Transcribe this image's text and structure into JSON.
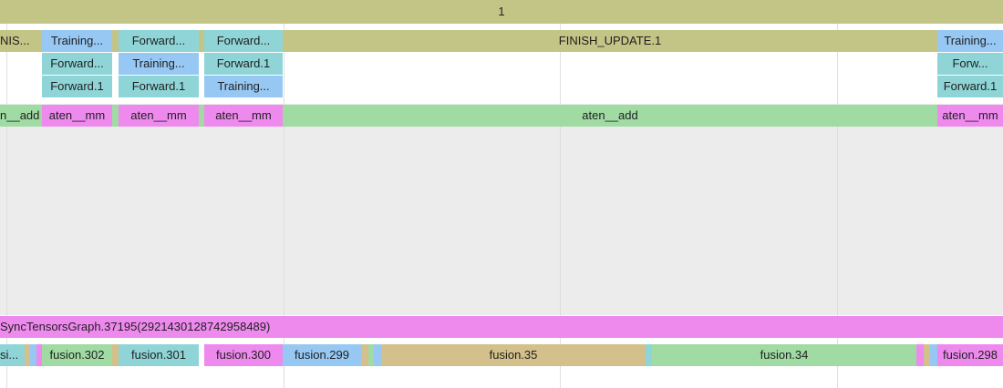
{
  "colors": {
    "olive": "#c3c586",
    "blue": "#97c8f3",
    "teal": "#8fd5d7",
    "green": "#a0dba3",
    "pink": "#ee8aee",
    "tan": "#d4c08a",
    "band_grey": "#ececec"
  },
  "process_row": {
    "label": "1"
  },
  "rows": [
    {
      "name": "step-row",
      "slices": [
        {
          "label": "NIS...",
          "color": "olive"
        },
        {
          "label": "Training...",
          "color": "blue"
        },
        {
          "label": "",
          "color": "olive"
        },
        {
          "label": "Forward...",
          "color": "teal"
        },
        {
          "label": "",
          "color": "olive"
        },
        {
          "label": "Forward...",
          "color": "teal"
        },
        {
          "label": "FINISH_UPDATE.1",
          "color": "olive"
        },
        {
          "label": "Training...",
          "color": "blue"
        }
      ]
    },
    {
      "name": "sub-row-1",
      "slices": [
        {
          "label": "Forward...",
          "color": "teal"
        },
        {
          "label": "Training...",
          "color": "blue"
        },
        {
          "label": "Forward.1",
          "color": "teal"
        },
        {
          "label": "Forw...",
          "color": "teal"
        }
      ]
    },
    {
      "name": "sub-row-2",
      "slices": [
        {
          "label": "Forward.1",
          "color": "teal"
        },
        {
          "label": "Forward.1",
          "color": "teal"
        },
        {
          "label": "Training...",
          "color": "blue"
        },
        {
          "label": "Forward.1",
          "color": "teal"
        }
      ]
    },
    {
      "name": "aten-row",
      "slices": [
        {
          "label": "n__add",
          "color": "green"
        },
        {
          "label": "aten__mm",
          "color": "pink"
        },
        {
          "label": "",
          "color": "green"
        },
        {
          "label": "aten__mm",
          "color": "pink"
        },
        {
          "label": "",
          "color": "green"
        },
        {
          "label": "aten__mm",
          "color": "pink"
        },
        {
          "label": "aten__add",
          "color": "green"
        },
        {
          "label": "aten__mm",
          "color": "pink"
        }
      ]
    },
    {
      "name": "graph-row",
      "slices": [
        {
          "label": "SyncTensorsGraph.37195(2921430128742958489)",
          "color": "pink"
        }
      ]
    },
    {
      "name": "fusion-row",
      "slices": [
        {
          "label": "si...",
          "color": "teal"
        },
        {
          "label": "",
          "color": "tan"
        },
        {
          "label": "",
          "color": "blue"
        },
        {
          "label": "",
          "color": "pink"
        },
        {
          "label": "fusion.302",
          "color": "green"
        },
        {
          "label": "",
          "color": "tan"
        },
        {
          "label": "fusion.301",
          "color": "teal"
        },
        {
          "label": "fusion.300",
          "color": "pink"
        },
        {
          "label": "fusion.299",
          "color": "blue"
        },
        {
          "label": "",
          "color": "tan"
        },
        {
          "label": "",
          "color": "green"
        },
        {
          "label": "",
          "color": "blue"
        },
        {
          "label": "fusion.35",
          "color": "tan"
        },
        {
          "label": "",
          "color": "teal"
        },
        {
          "label": "fusion.34",
          "color": "green"
        },
        {
          "label": "",
          "color": "pink"
        },
        {
          "label": "",
          "color": "tan"
        },
        {
          "label": "",
          "color": "blue"
        },
        {
          "label": "fusion.298",
          "color": "pink"
        }
      ]
    }
  ]
}
